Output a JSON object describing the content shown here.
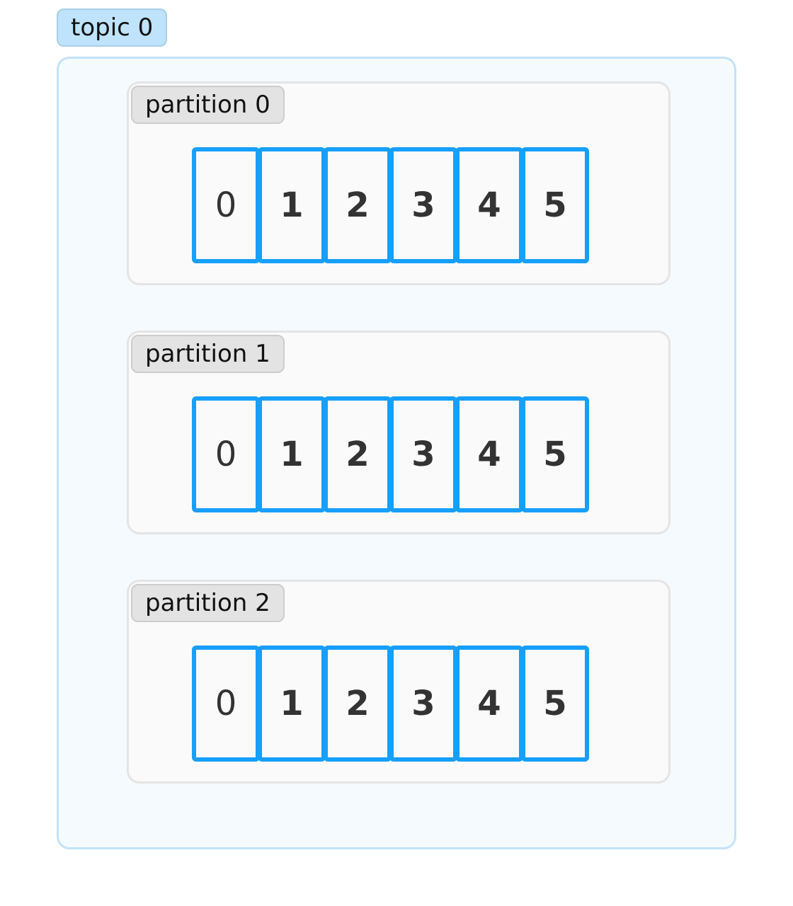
{
  "topic": {
    "label": "topic 0"
  },
  "partitions": [
    {
      "label": "partition 0",
      "offsets": [
        "0",
        "1",
        "2",
        "3",
        "4",
        "5"
      ]
    },
    {
      "label": "partition 1",
      "offsets": [
        "0",
        "1",
        "2",
        "3",
        "4",
        "5"
      ]
    },
    {
      "label": "partition 2",
      "offsets": [
        "0",
        "1",
        "2",
        "3",
        "4",
        "5"
      ]
    }
  ],
  "colors": {
    "topic_fill": "#bfe3fd",
    "topic_border": "#c3e2f8",
    "partition_fill": "#fafafa",
    "cell_border": "#169ffb"
  }
}
